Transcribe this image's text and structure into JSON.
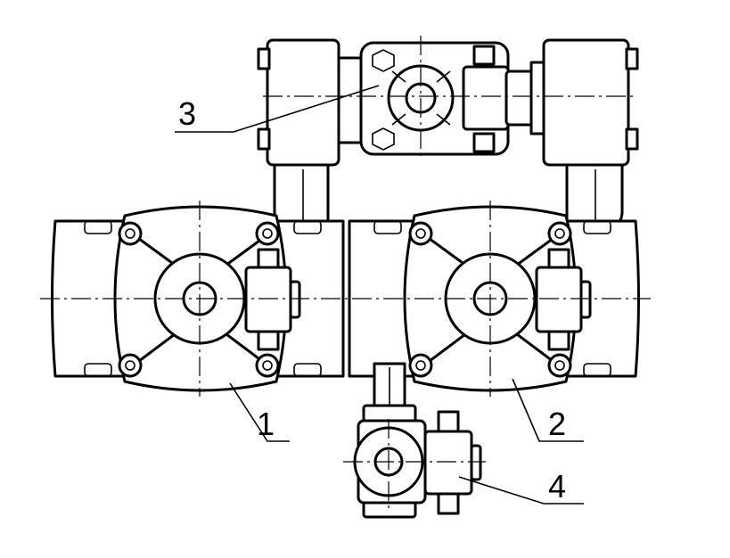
{
  "callouts": {
    "c1": "1",
    "c2": "2",
    "c3": "3",
    "c4": "4"
  },
  "colors": {
    "stroke": "#000000",
    "background": "#ffffff"
  }
}
